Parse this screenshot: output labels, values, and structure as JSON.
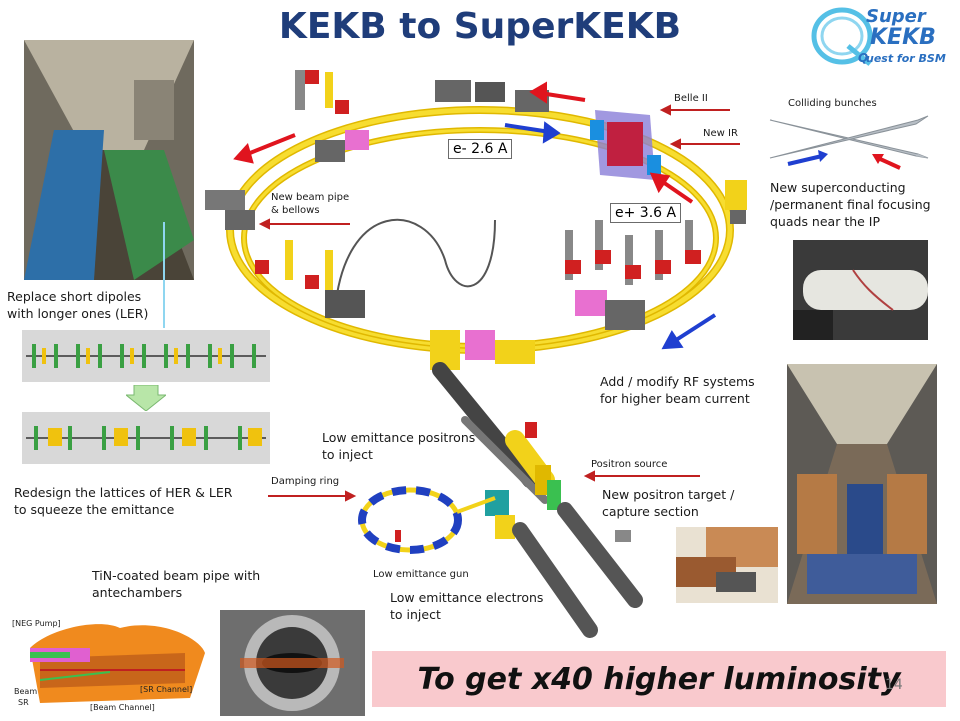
{
  "title": "KEKB to SuperKEKB",
  "logo": {
    "line1": "Super",
    "line2": "KEKB",
    "line3": "uest for BSM",
    "q_letter": "Q"
  },
  "labels": {
    "belle2": "Belle II",
    "new_ir": "New IR",
    "colliding": "Colliding bunches",
    "new_sc": "New superconducting\n/permanent final focusing\nquads near the IP",
    "beam_pipe": "New beam pipe\n& bellows",
    "replace_dipoles": "Replace short  dipoles\nwith longer ones (LER)",
    "redesign": "Redesign the lattices of HER & LER\nto squeeze the emittance",
    "add_rf": "Add / modify RF systems\nfor higher beam current",
    "low_pos": "Low emittance positrons\nto inject",
    "pos_source": "Positron source",
    "damping": "Damping ring",
    "new_target": "New positron target /\ncapture section",
    "low_gun": "Low emittance gun",
    "low_ele": "Low emittance electrons\nto inject",
    "tin": "TiN-coated beam pipe with\nantechambers"
  },
  "beams": {
    "electron": "e- 2.6 A",
    "positron": "e+ 3.6 A"
  },
  "pipe_labels": {
    "neg": "[NEG Pump]",
    "beam": "Beam",
    "sr": "SR",
    "sr_channel": "[SR Channel]",
    "beam_channel": "[Beam Channel]"
  },
  "banner": "To get x40 higher luminosity",
  "page_number": "14",
  "colors": {
    "title": "#1f3d7a",
    "arrow_red": "#e0141e",
    "arrow_blue": "#1f3fd0",
    "ring": "#f2d21a",
    "banner": "#f9c9cd"
  }
}
